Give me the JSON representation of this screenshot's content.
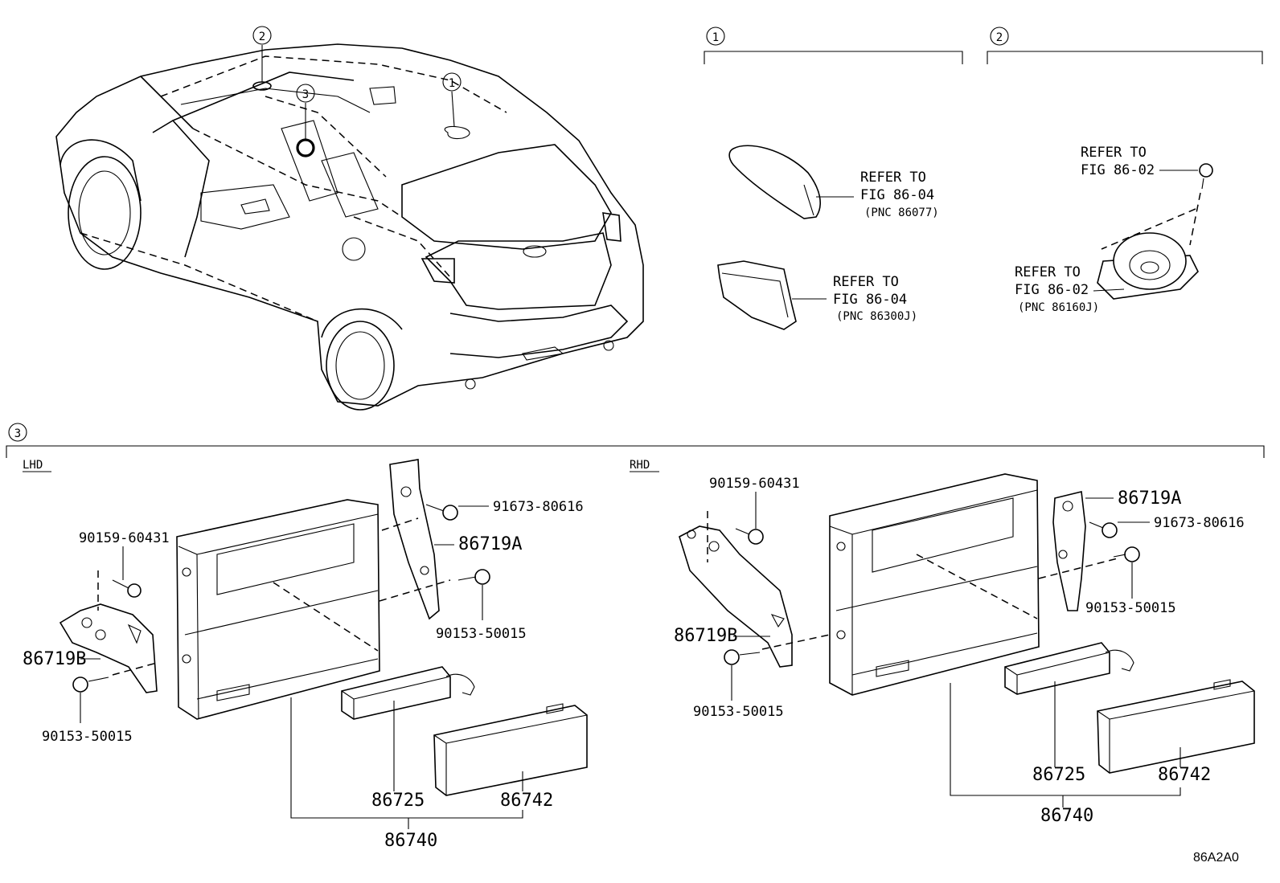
{
  "callouts": {
    "one": "1",
    "two": "2",
    "three": "3"
  },
  "section_labels": {
    "lhd": "LHD",
    "rhd": "RHD"
  },
  "section1": {
    "antenna_ref_line1": "REFER TO",
    "antenna_ref_line2": "FIG 86-04",
    "antenna_pnc": "(PNC 86077)",
    "module_ref_line1": "REFER TO",
    "module_ref_line2": "FIG 86-04",
    "module_pnc": "(PNC 86300J)"
  },
  "section2": {
    "screw_ref_line1": "REFER TO",
    "screw_ref_line2": "FIG 86-02",
    "speaker_ref_line1": "REFER TO",
    "speaker_ref_line2": "FIG 86-02",
    "speaker_pnc": "(PNC 86160J)"
  },
  "lhd_parts": {
    "screw_60431": "90159-60431",
    "bolt_80616": "91673-80616",
    "bracket_a": "86719A",
    "bracket_b": "86719B",
    "bolt_50015_right": "90153-50015",
    "bolt_50015_left": "90153-50015",
    "sub_86725": "86725",
    "sub_86742": "86742",
    "assy_86740": "86740"
  },
  "rhd_parts": {
    "screw_60431": "90159-60431",
    "bracket_a": "86719A",
    "bolt_80616": "91673-80616",
    "bolt_50015_right": "90153-50015",
    "bracket_b": "86719B",
    "bolt_50015_left": "90153-50015",
    "sub_86725": "86725",
    "sub_86742": "86742",
    "assy_86740": "86740"
  },
  "figure_code": "86A2A0"
}
